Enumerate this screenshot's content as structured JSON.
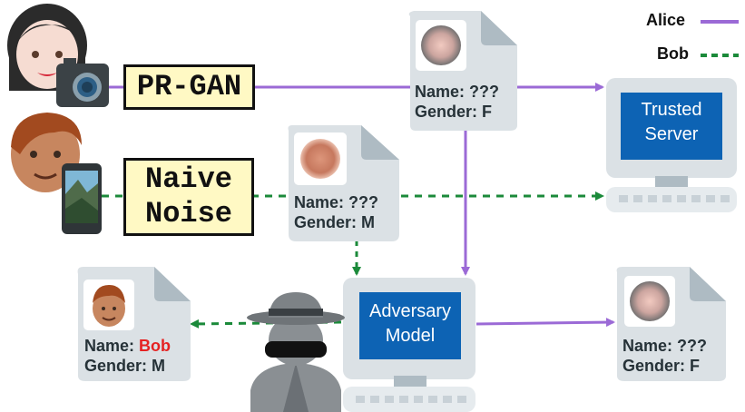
{
  "boxes": {
    "prgan": "PR-GAN",
    "naive_line1": "Naive",
    "naive_line2": "Noise"
  },
  "legend": {
    "alice": "Alice",
    "bob": "Bob",
    "alice_color": "#9b6ad6",
    "bob_color": "#1b8a3a"
  },
  "servers": {
    "trusted_line1": "Trusted",
    "trusted_line2": "Server",
    "adversary_line1": "Adversary",
    "adversary_line2": "Model"
  },
  "docs": {
    "alice_sent": {
      "name_label": "Name:",
      "name_value": "???",
      "gender_label": "Gender:",
      "gender_value": "F"
    },
    "bob_sent": {
      "name_label": "Name:",
      "name_value": "???",
      "gender_label": "Gender:",
      "gender_value": "M"
    },
    "bob_revealed": {
      "name_label": "Name:",
      "name_value": "Bob",
      "gender_label": "Gender:",
      "gender_value": "M"
    },
    "alice_protected": {
      "name_label": "Name:",
      "name_value": "???",
      "gender_label": "Gender:",
      "gender_value": "F"
    }
  },
  "icons": [
    "alice-face-icon",
    "camera-icon",
    "bob-face-icon",
    "phone-photo-icon",
    "spy-icon",
    "monitor-icon",
    "document-icon"
  ]
}
